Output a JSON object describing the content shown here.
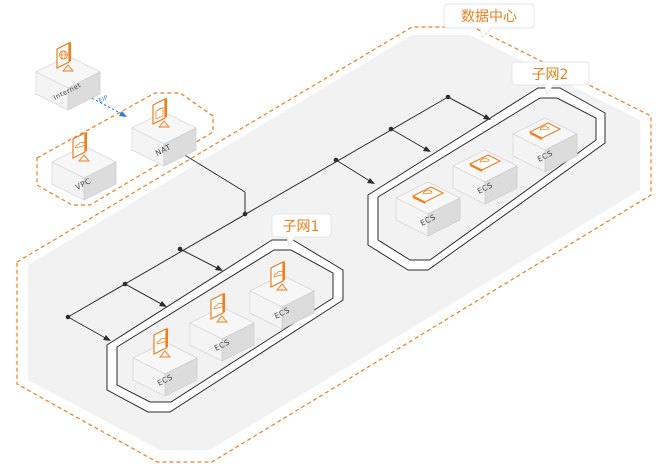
{
  "labels": {
    "datacenter": "数据中心",
    "subnet1": "子网1",
    "subnet2": "子网2",
    "eip": "EIP"
  },
  "nodes": {
    "internet": "Internet",
    "nat": "NAT",
    "vpc": "VPC",
    "ecs": "ECS"
  },
  "icons": {
    "internet": "globe-monitor-icon",
    "nat": "nat-gateway-monitor-icon",
    "vpc": "cloud-monitor-icon",
    "ecs": "cloud-monitor-icon"
  },
  "colors": {
    "accent": "#ef7e1c",
    "eip": "#2f7bd8",
    "line": "#2d2d2d",
    "zone_fill": "#f2f2f2"
  }
}
